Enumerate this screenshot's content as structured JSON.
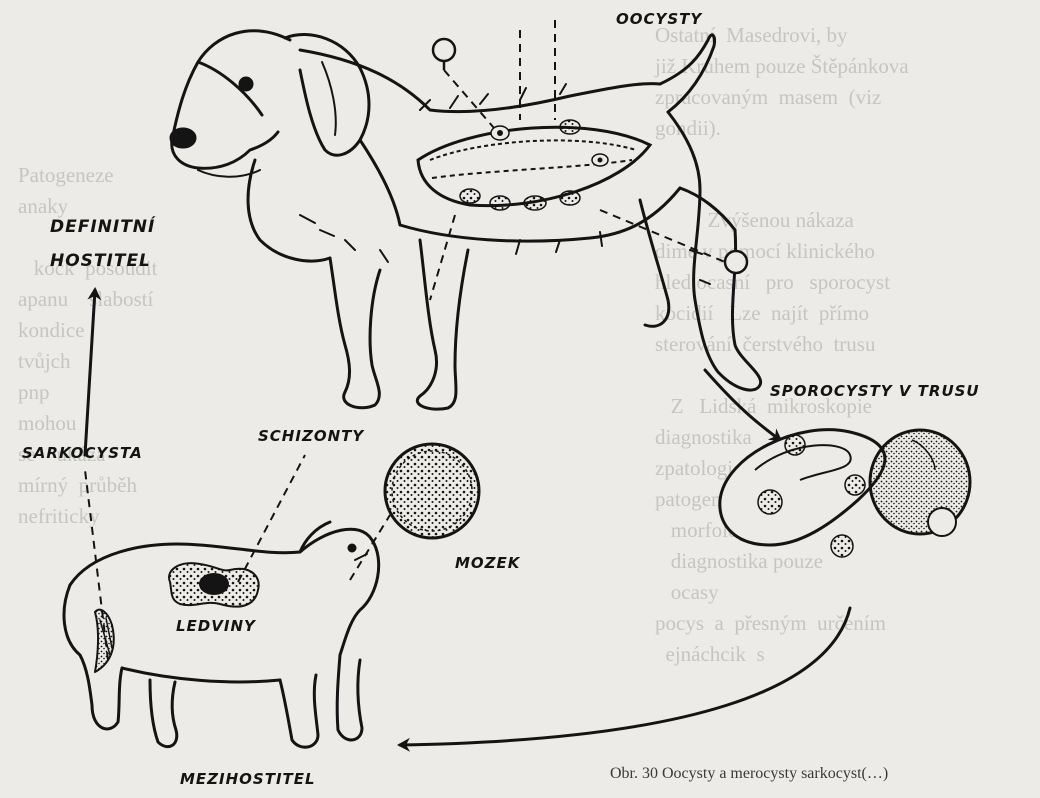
{
  "labels": {
    "oocysty": "OOCYSTY",
    "definitivni": "DEFINITNÍ",
    "hostitel": "HOSTITEL",
    "sporocysty": "SPOROCYSTY V TRUSU",
    "schizonty": "SCHIZONTY",
    "sarkocysta": "SARKOCYSTA",
    "mozek": "MOZEK",
    "ledviny": "LEDVINY",
    "mezihostitel": "MEZIHOSTITEL"
  },
  "caption": "Obr. 30 Oocysty a merocysty sarkocyst(…)",
  "colors": {
    "ink": "#141414",
    "paper": "#ecebe7",
    "bleed": "#c5c5c1"
  }
}
